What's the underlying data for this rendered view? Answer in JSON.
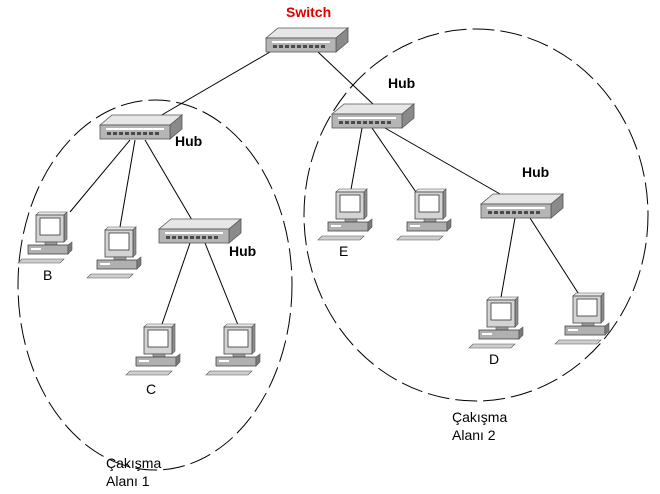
{
  "switch_label": "Switch",
  "hub_label": "Hub",
  "pc_labels": {
    "b": "B",
    "c": "C",
    "d": "D",
    "e": "E"
  },
  "domain1": {
    "line1": "Çakışma",
    "line2": "Alanı 1"
  },
  "domain2": {
    "line1": "Çakışma",
    "line2": "Alanı 2"
  },
  "colors": {
    "switch_text": "#e00000"
  }
}
